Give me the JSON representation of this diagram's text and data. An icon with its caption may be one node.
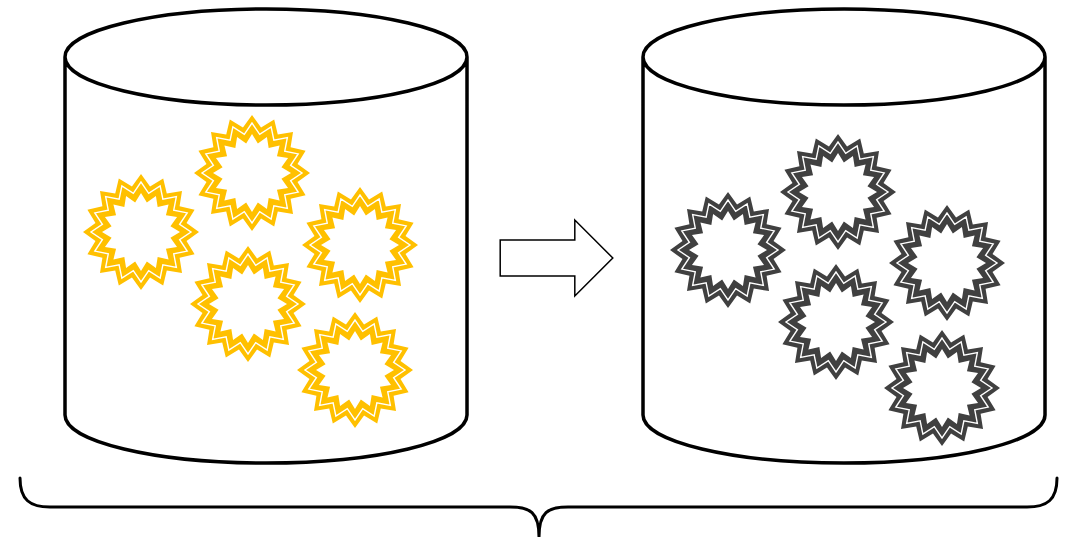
{
  "diagram": {
    "nodes": [
      {
        "text": [],
        "shape": "cylinder"
      },
      {
        "text": [],
        "shape": "cylinder"
      },
      {
        "text": [],
        "shape": "star",
        "in": 0
      },
      {
        "text": [],
        "shape": "star",
        "in": 0
      },
      {
        "text": [],
        "shape": "star",
        "in": 0
      },
      {
        "text": [],
        "shape": "star",
        "in": 0
      },
      {
        "text": [],
        "shape": "star",
        "in": 0
      },
      {
        "text": [],
        "shape": "star",
        "in": 1
      },
      {
        "text": [],
        "shape": "star",
        "in": 1
      },
      {
        "text": [],
        "shape": "star",
        "in": 1
      },
      {
        "text": [],
        "shape": "star",
        "in": 1
      },
      {
        "text": [],
        "shape": "star",
        "in": 1
      }
    ],
    "edges": [
      {
        "from": 0,
        "to": 1,
        "arrow": "to"
      }
    ]
  }
}
